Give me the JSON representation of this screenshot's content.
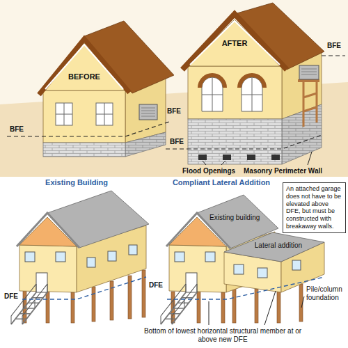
{
  "diagram": {
    "nodes": [
      {
        "text": [
          "An attached garage does not have to be elevated above DFE, but must be constructed with breakaway walls."
        ]
      }
    ],
    "labels": [
      "BEFORE",
      "AFTER",
      "BFE",
      "BFE",
      "BFE",
      "BFE",
      "Flood Openings",
      "Masonry Perimeter Wall",
      "Existing Building",
      "Compliant Lateral Addition",
      "Existing building",
      "Lateral addition",
      "DFE",
      "DFE",
      "Pile/column foundation",
      "Bottom of lowest horizontal structural member at or above new DFE"
    ]
  }
}
